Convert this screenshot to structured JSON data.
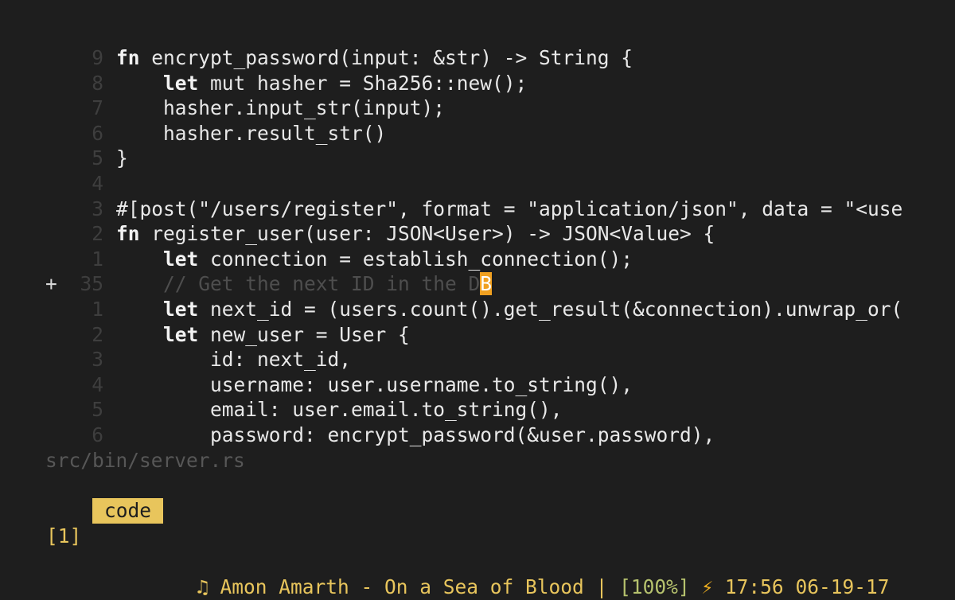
{
  "editor": {
    "lines": [
      {
        "num": "9",
        "indent": "",
        "parts": [
          {
            "t": "fn",
            "c": "kw"
          },
          {
            "t": " encrypt_password(input: &str) -> String {",
            "c": ""
          }
        ]
      },
      {
        "num": "8",
        "indent": "    ",
        "parts": [
          {
            "t": "let",
            "c": "kw"
          },
          {
            "t": " mut hasher = Sha256::new();",
            "c": ""
          }
        ]
      },
      {
        "num": "7",
        "indent": "    ",
        "parts": [
          {
            "t": "hasher.input_str(input);",
            "c": ""
          }
        ]
      },
      {
        "num": "6",
        "indent": "    ",
        "parts": [
          {
            "t": "hasher.result_str()",
            "c": ""
          }
        ]
      },
      {
        "num": "5",
        "indent": "",
        "parts": [
          {
            "t": "}",
            "c": ""
          }
        ]
      },
      {
        "num": "4",
        "indent": "",
        "parts": []
      },
      {
        "num": "3",
        "indent": "",
        "parts": [
          {
            "t": "#[post(\"/users/register\", format = \"application/json\", data = \"<use",
            "c": ""
          }
        ]
      },
      {
        "num": "2",
        "indent": "",
        "parts": [
          {
            "t": "fn",
            "c": "kw"
          },
          {
            "t": " register_user(user: JSON<User>) -> JSON<Value> {",
            "c": ""
          }
        ]
      },
      {
        "num": "1",
        "indent": "    ",
        "parts": [
          {
            "t": "let",
            "c": "kw"
          },
          {
            "t": " connection = establish_connection();",
            "c": ""
          }
        ]
      },
      {
        "num": "35",
        "mark": "+",
        "current": true,
        "indent": "    ",
        "parts": [
          {
            "t": "// Get the next ID in the D",
            "c": "cm"
          },
          {
            "t": "B",
            "c": "cursor"
          }
        ]
      },
      {
        "num": "1",
        "indent": "    ",
        "parts": [
          {
            "t": "let",
            "c": "kw"
          },
          {
            "t": " next_id = (users.count().get_result(&connection).unwrap_or(",
            "c": ""
          }
        ]
      },
      {
        "num": "2",
        "indent": "    ",
        "parts": [
          {
            "t": "let",
            "c": "kw"
          },
          {
            "t": " new_user = User {",
            "c": ""
          }
        ]
      },
      {
        "num": "3",
        "indent": "        ",
        "parts": [
          {
            "t": "id: next_id,",
            "c": ""
          }
        ]
      },
      {
        "num": "4",
        "indent": "        ",
        "parts": [
          {
            "t": "username: user.username.to_string(),",
            "c": ""
          }
        ]
      },
      {
        "num": "5",
        "indent": "        ",
        "parts": [
          {
            "t": "email: user.email.to_string(),",
            "c": ""
          }
        ]
      },
      {
        "num": "6",
        "indent": "        ",
        "parts": [
          {
            "t": "password: encrypt_password(&user.password),",
            "c": ""
          }
        ]
      }
    ],
    "file_path": "src/bin/server.rs"
  },
  "statusbar": {
    "workspace": "[1]",
    "tag": "code",
    "music_icon": "♫",
    "now_playing": "Amon Amarth - On a Sea of Blood",
    "separator": "|",
    "battery": "[100%]",
    "bolt_icon": "⚡",
    "time": "17:56",
    "date": "06-19-17"
  },
  "colors": {
    "background": "#1e1e1e",
    "accent": "#e8c55c",
    "cursor": "#f0a020",
    "battery": "#b6c26e"
  }
}
